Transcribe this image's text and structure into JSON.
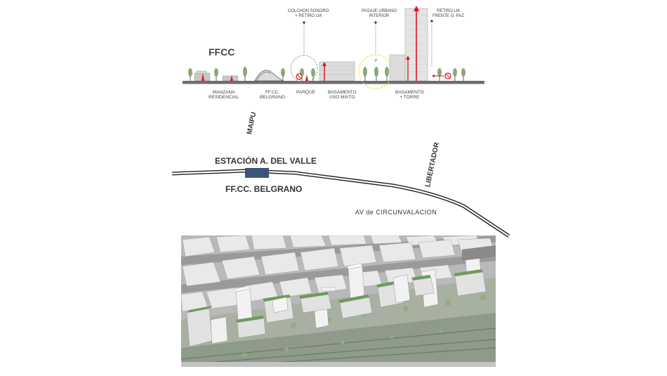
{
  "section": {
    "title": "FFCC",
    "callouts": [
      {
        "text": "COLCHON SONORO\n+ RETIRO LM"
      },
      {
        "text": "PASAJE URBANO\nINTERIOR"
      },
      {
        "text": "RETIRO LM\nFRENTE G. PAZ"
      }
    ],
    "zones": [
      {
        "text": "MANZANA\nRESIDENCIAL"
      },
      {
        "text": "FF.CC.\nBELGRANO"
      },
      {
        "text": "PARQUE"
      },
      {
        "text": "BASAMENTO\nUSO MIXTO"
      },
      {
        "text": "BASAMENTO\n+ TORRE"
      }
    ],
    "interior_marker": "P"
  },
  "plan": {
    "station_name": "ESTACIÓN A. DEL VALLE",
    "railway_name": "FF.CC. BELGRANO",
    "street_1": "MAIPU",
    "street_2": "LIBERTADOR",
    "avenue": "AV de CIRCUNVALACION"
  },
  "colors": {
    "accent_red": "#e0141c",
    "highlight_yellow": "#e6e600",
    "station_blue": "#3b5578",
    "roof_green": "#6f9a5a",
    "ground_gray": "#6d6d6d"
  }
}
